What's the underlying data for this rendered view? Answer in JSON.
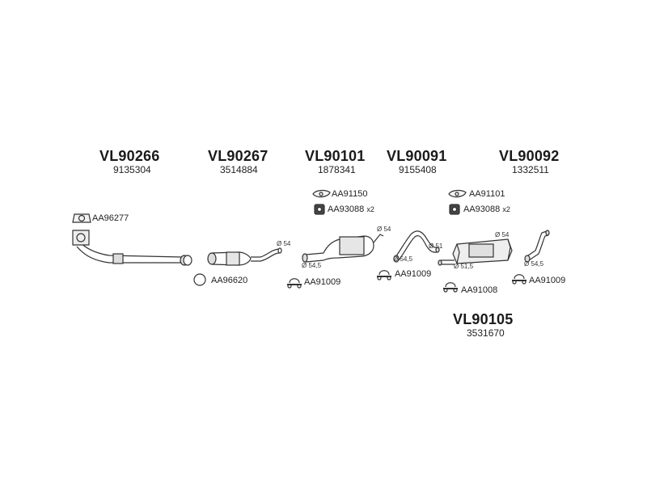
{
  "assemblies": [
    {
      "code": "VL90266",
      "oem": "9135304"
    },
    {
      "code": "VL90267",
      "oem": "3514884"
    },
    {
      "code": "VL90101",
      "oem": "1878341"
    },
    {
      "code": "VL90091",
      "oem": "9155408"
    },
    {
      "code": "VL90092",
      "oem": "1332511"
    },
    {
      "code": "VL90105",
      "oem": "3531670"
    }
  ],
  "fittings": {
    "f1": "AA96277",
    "f2": "AA96620",
    "f3": "AA91150",
    "f4": "AA93088",
    "f5": "AA91009",
    "f6": "AA91009",
    "f7": "AA91101",
    "f8": "AA93088",
    "f9": "AA91008",
    "f10": "AA91009"
  },
  "multipliers": {
    "m1": "x2",
    "m2": "x2"
  },
  "diameters": {
    "d1": "Ø 54",
    "d2": "Ø 54",
    "d3": "Ø 54,5",
    "d4": "Ø 51",
    "d5": "Ø 54,5",
    "d6": "Ø 54",
    "d7": "Ø 51,5",
    "d8": "Ø 54,5"
  }
}
